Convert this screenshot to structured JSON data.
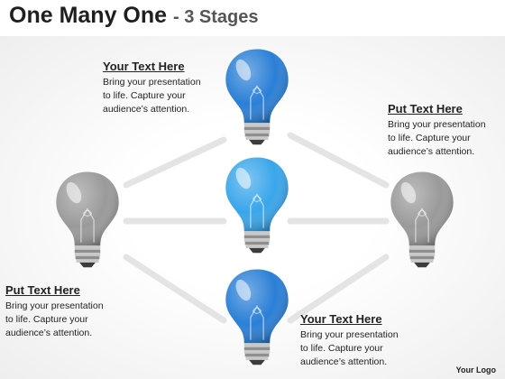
{
  "title": {
    "main": "One Many One",
    "suffix": "- 3 Stages"
  },
  "stages": {
    "top": {
      "heading": "Your Text Here",
      "lines": [
        "Bring your presentation",
        "to life. Capture your",
        "audience’s attention."
      ]
    },
    "right": {
      "heading": "Put Text Here",
      "lines": [
        "Bring your presentation",
        "to life. Capture your",
        "audience’s attention."
      ]
    },
    "left": {
      "heading": "Put Text Here",
      "lines": [
        "Bring your presentation",
        "to life. Capture your",
        "audience’s attention."
      ]
    },
    "bottom": {
      "heading": "Your Text Here",
      "lines": [
        "Bring your presentation",
        "to life. Capture your",
        "audience’s attention."
      ]
    }
  },
  "bulbs": {
    "top": {
      "color": "#2a7fd6",
      "icon": "lightbulb-icon"
    },
    "center": {
      "color": "#39a6ea",
      "icon": "lightbulb-icon"
    },
    "bottom": {
      "color": "#2a7fd6",
      "icon": "lightbulb-icon"
    },
    "left": {
      "color": "#9a9a9a",
      "icon": "lightbulb-icon"
    },
    "right": {
      "color": "#9a9a9a",
      "icon": "lightbulb-icon"
    }
  },
  "logo": "Your Logo"
}
